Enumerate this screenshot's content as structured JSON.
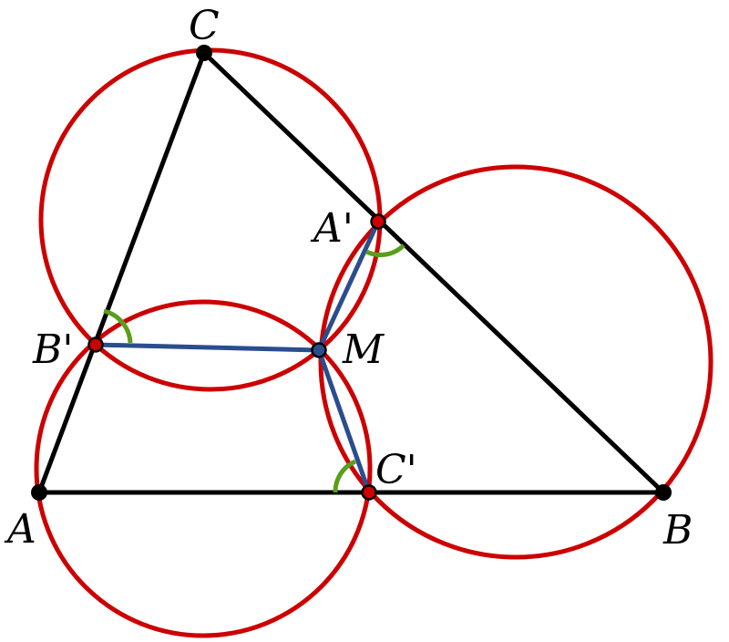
{
  "labels": {
    "A": "A",
    "B": "B",
    "C": "C",
    "A_prime": "A'",
    "B_prime": "B'",
    "C_prime": "C'",
    "M": "M"
  },
  "colors": {
    "circle": "#cc0000",
    "triangle": "#000000",
    "cevian": "#2a4d8f",
    "angle_mark": "#5a9e1c",
    "point_vertex": "#000000",
    "point_foot": "#cc0000",
    "point_m": "#2a4d8f"
  }
}
